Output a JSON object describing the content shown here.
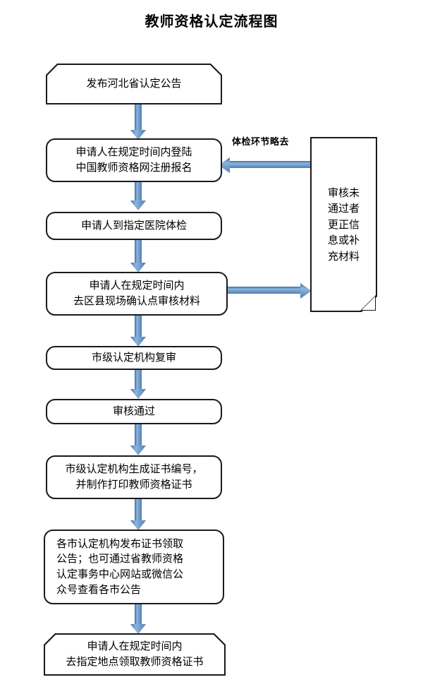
{
  "title": "教师资格认定流程图",
  "colors": {
    "arrow_fill_light": "#8EB4DC",
    "arrow_fill_mid": "#5B8FC2",
    "arrow_fill_dark": "#3F6FA8",
    "node_border": "#1a1a1a",
    "node_fill": "#ffffff",
    "text": "#000000",
    "background": "#ffffff"
  },
  "annotations": {
    "skip_physical_exam": "体检环节略去"
  },
  "nodes": [
    {
      "id": "publish-announcement",
      "name": "node-publish-announcement",
      "shape": "beveled-top",
      "text": "发布河北省认定公告",
      "align": "center"
    },
    {
      "id": "register-online",
      "name": "node-register-online",
      "shape": "rounded-rect",
      "text": "申请人在规定时间内登陆\n中国教师资格网注册报名",
      "align": "center"
    },
    {
      "id": "medical-exam",
      "name": "node-medical-exam",
      "shape": "rounded-rect",
      "text": "申请人到指定医院体检",
      "align": "center"
    },
    {
      "id": "onsite-verification",
      "name": "node-onsite-verification",
      "shape": "rounded-rect",
      "text": "申请人在规定时间内\n去区县现场确认点审核材料",
      "align": "center"
    },
    {
      "id": "municipal-review",
      "name": "node-municipal-review",
      "shape": "rounded-rect",
      "text": "市级认定机构复审",
      "align": "center"
    },
    {
      "id": "review-passed",
      "name": "node-review-passed",
      "shape": "rounded-rect",
      "text": "审核通过",
      "align": "center"
    },
    {
      "id": "generate-certificate",
      "name": "node-generate-certificate",
      "shape": "rounded-rect",
      "text": "市级认定机构生成证书编号，\n并制作打印教师资格证书",
      "align": "center"
    },
    {
      "id": "collection-announcement",
      "name": "node-collection-announcement",
      "shape": "rounded-rect",
      "text": "各市认定机构发布证书领取\n公告；也可通过省教师资格\n认定事务中心网站或微信公\n众号查看各市公告",
      "align": "left"
    },
    {
      "id": "collect-certificate",
      "name": "node-collect-certificate",
      "shape": "beveled-top",
      "text": "申请人在规定时间内\n去指定地点领取教师资格证书",
      "align": "center"
    }
  ],
  "side_node": {
    "id": "correction-document",
    "name": "node-correction-document",
    "shape": "document",
    "text": "审核未\n通过者\n更正信\n息或补\n充材料"
  },
  "connectors": [
    {
      "name": "arrow-publish-to-register",
      "direction": "down"
    },
    {
      "name": "arrow-register-to-medical",
      "direction": "down"
    },
    {
      "name": "arrow-medical-to-onsite",
      "direction": "down"
    },
    {
      "name": "arrow-onsite-to-municipal",
      "direction": "down"
    },
    {
      "name": "arrow-municipal-to-passed",
      "direction": "down"
    },
    {
      "name": "arrow-passed-to-generate",
      "direction": "down"
    },
    {
      "name": "arrow-generate-to-collection",
      "direction": "down"
    },
    {
      "name": "arrow-collection-to-collect",
      "direction": "down"
    },
    {
      "name": "arrow-onsite-to-correction",
      "direction": "right"
    },
    {
      "name": "arrow-correction-to-register",
      "direction": "left"
    }
  ]
}
